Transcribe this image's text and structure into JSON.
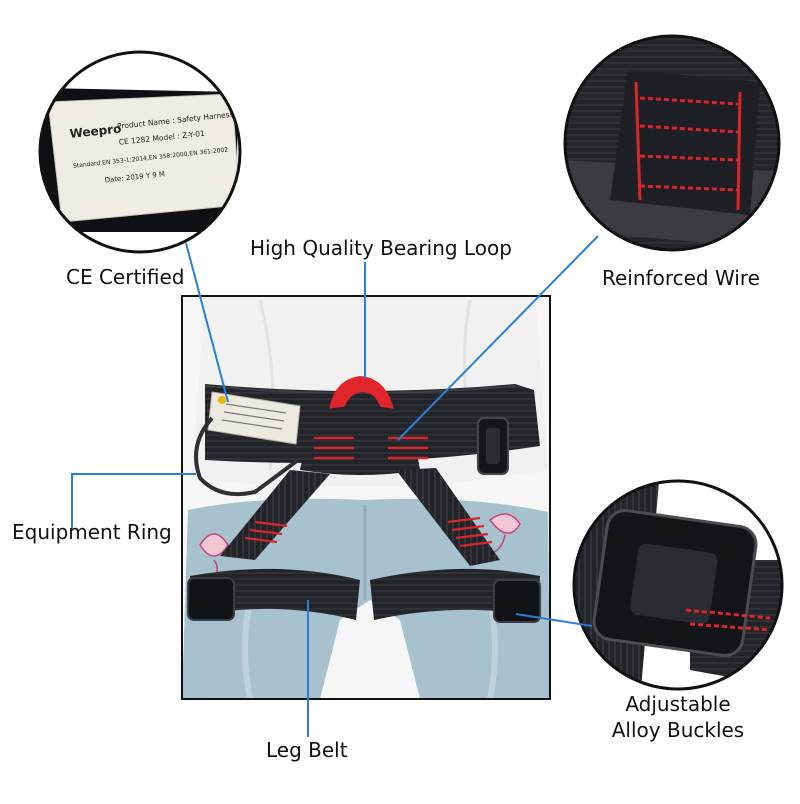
{
  "labels": {
    "ce_certified": "CE Certified",
    "bearing_loop": "High Quality Bearing Loop",
    "reinforced_wire": "Reinforced Wire",
    "equipment_ring": "Equipment Ring",
    "leg_belt": "Leg Belt",
    "buckles_line1": "Adjustable",
    "buckles_line2": "Alloy Buckles"
  },
  "tag": {
    "brand": "Weepro",
    "product_line": "Product Name : Safety Harness",
    "model_line": "CE 1282 Model : Z-Y-01",
    "standard_line": "Standard:EN 353-1:2014,EN 358:2000,EN 361:2002",
    "date_line": "Date: 2019 Y 9 M"
  },
  "colors": {
    "callout_line": "#2a7fd4",
    "webbing": "#1b1c1f",
    "stitch": "#d8262b",
    "loop": "#e0262a",
    "jeans": "#a9c2cf",
    "shirt": "#f3f3f3",
    "label_card": "#efece4"
  }
}
